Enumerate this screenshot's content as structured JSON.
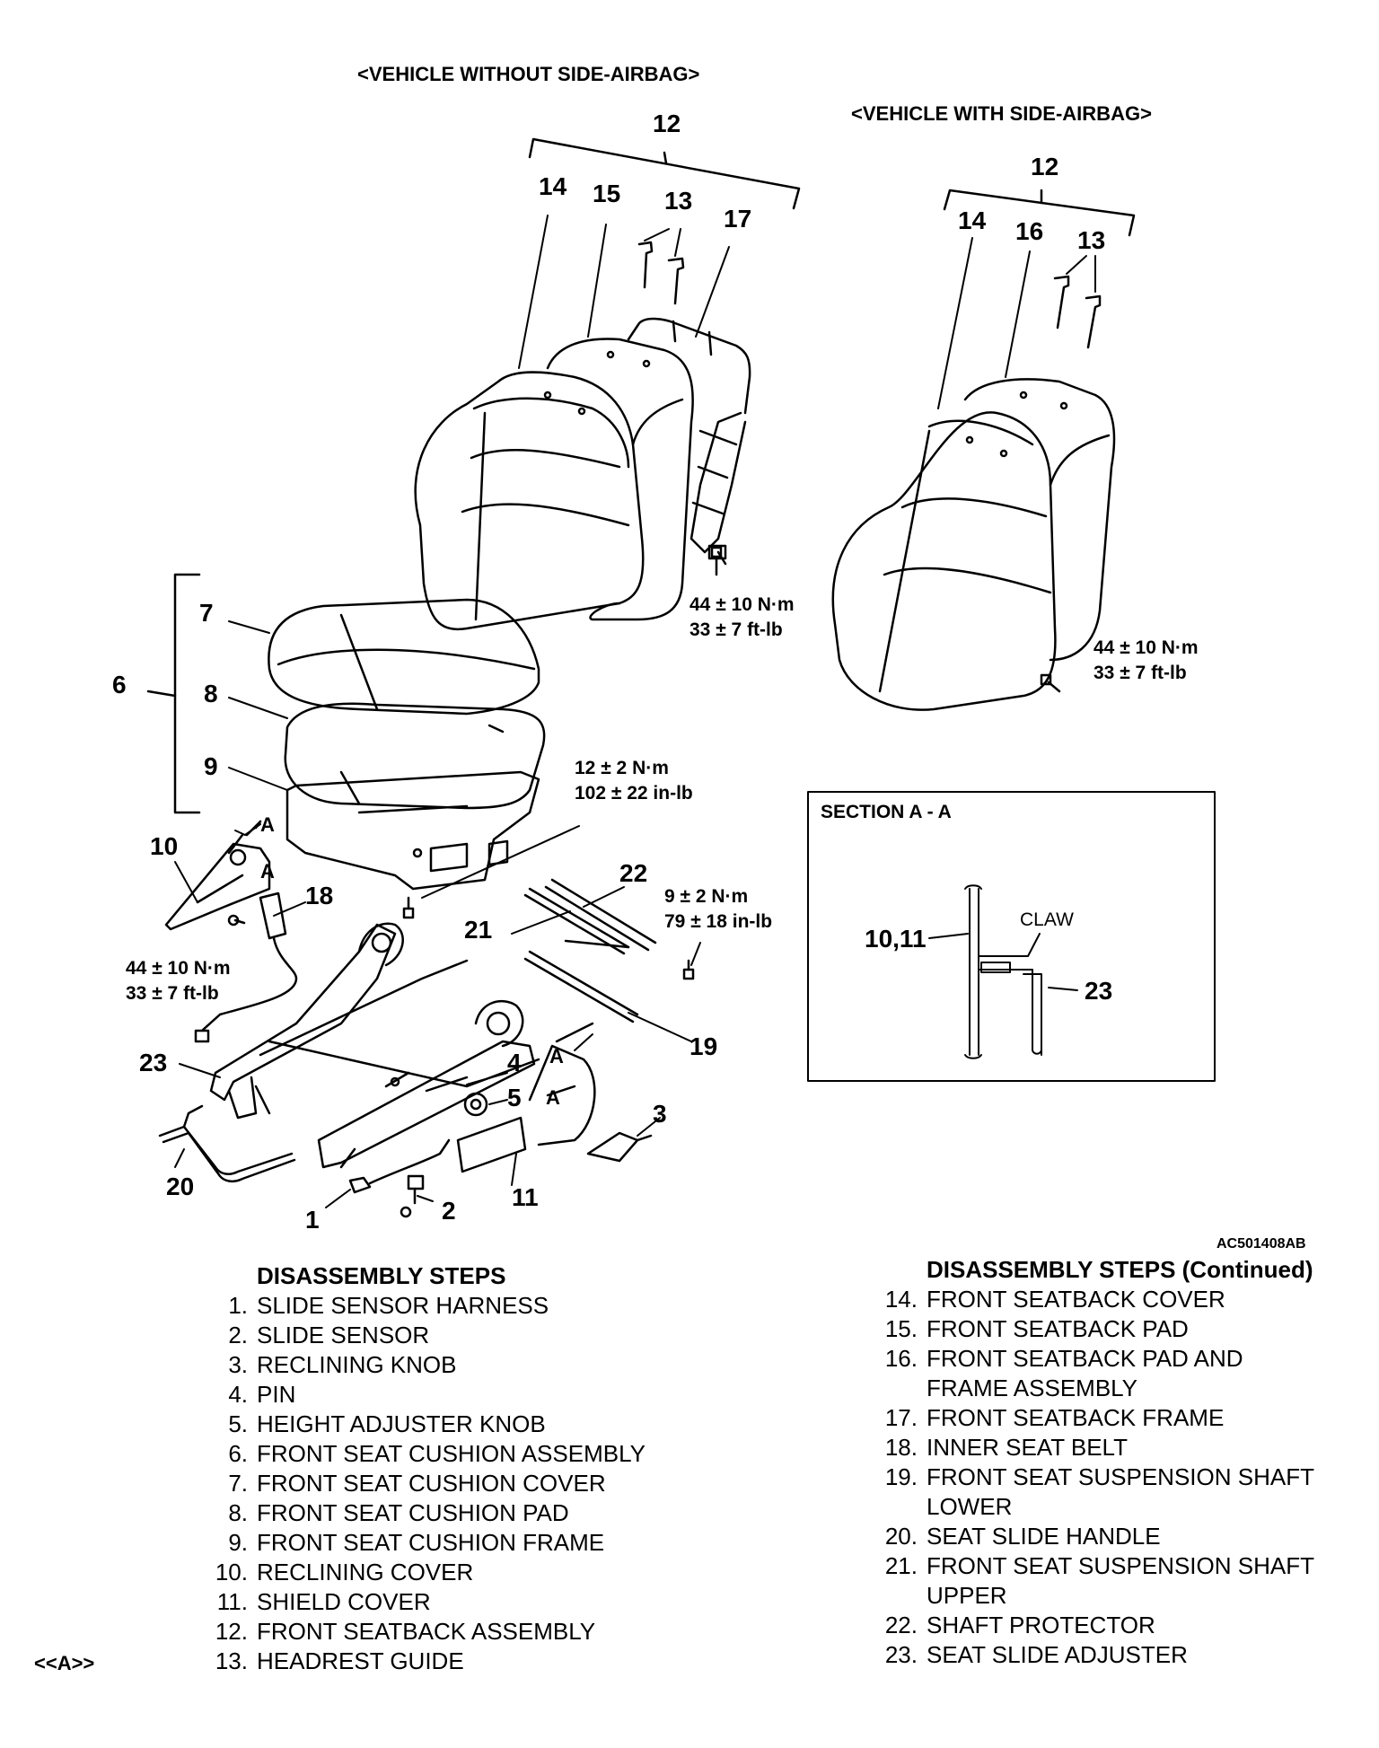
{
  "headers": {
    "without_airbag": "<VEHICLE WITHOUT SIDE-AIRBAG>",
    "with_airbag": "<VEHICLE WITH SIDE-AIRBAG>"
  },
  "callouts": {
    "c1": "1",
    "c2": "2",
    "c3": "3",
    "c4": "4",
    "c5": "5",
    "c6": "6",
    "c7": "7",
    "c8": "8",
    "c9": "9",
    "c10": "10",
    "c11": "11",
    "c12a": "12",
    "c12b": "12",
    "c13a": "13",
    "c13b": "13",
    "c14a": "14",
    "c14b": "14",
    "c15": "15",
    "c16": "16",
    "c17": "17",
    "c18": "18",
    "c19": "19",
    "c20": "20",
    "c21": "21",
    "c22": "22",
    "c23": "23",
    "a1": "A",
    "a2": "A",
    "a3": "A",
    "a4": "A"
  },
  "torques": {
    "t1_nm": "44 ± 10 N·m",
    "t1_ft": "33 ± 7 ft-lb",
    "t2_nm": "44 ± 10 N·m",
    "t2_ft": "33 ± 7 ft-lb",
    "t3_nm": "12 ± 2 N·m",
    "t3_in": "102 ± 22 in-lb",
    "t4_nm": "9 ± 2 N·m",
    "t4_in": "79 ± 18 in-lb",
    "t5_nm": "44 ± 10 N·m",
    "t5_ft": "33 ± 7 ft-lb"
  },
  "section": {
    "title": "SECTION A - A",
    "part_ref": "10,11",
    "claw": "CLAW",
    "adjuster_ref": "23"
  },
  "figure_code": "AC501408AB",
  "steps_left": {
    "title": "DISASSEMBLY STEPS",
    "items": [
      {
        "n": "1.",
        "t": "SLIDE SENSOR HARNESS"
      },
      {
        "n": "2.",
        "t": "SLIDE SENSOR"
      },
      {
        "n": "3.",
        "t": "RECLINING KNOB"
      },
      {
        "n": "4.",
        "t": "PIN"
      },
      {
        "n": "5.",
        "t": "HEIGHT ADJUSTER KNOB"
      },
      {
        "n": "6.",
        "t": "FRONT SEAT CUSHION ASSEMBLY"
      },
      {
        "n": "7.",
        "t": "FRONT SEAT CUSHION COVER"
      },
      {
        "n": "8.",
        "t": "FRONT SEAT CUSHION PAD"
      },
      {
        "n": "9.",
        "t": "FRONT SEAT CUSHION FRAME"
      },
      {
        "n": "10.",
        "t": "RECLINING COVER"
      },
      {
        "n": "11.",
        "t": "SHIELD COVER"
      },
      {
        "n": "12.",
        "t": "FRONT SEATBACK ASSEMBLY"
      },
      {
        "n": "13.",
        "t": "HEADREST GUIDE"
      }
    ]
  },
  "steps_right": {
    "title": "DISASSEMBLY STEPS (Continued)",
    "items": [
      {
        "n": "14.",
        "t": "FRONT SEATBACK COVER"
      },
      {
        "n": "15.",
        "t": "FRONT SEATBACK PAD"
      },
      {
        "n": "16.",
        "t": "FRONT SEATBACK PAD AND"
      },
      {
        "n": "",
        "t": "FRAME ASSEMBLY"
      },
      {
        "n": "17.",
        "t": "FRONT SEATBACK FRAME"
      },
      {
        "n": "18.",
        "t": "INNER SEAT BELT"
      },
      {
        "n": "19.",
        "t": "FRONT SEAT SUSPENSION SHAFT"
      },
      {
        "n": "",
        "t": "LOWER"
      },
      {
        "n": "20.",
        "t": "SEAT SLIDE HANDLE"
      },
      {
        "n": "21.",
        "t": "FRONT SEAT SUSPENSION SHAFT"
      },
      {
        "n": "",
        "t": "UPPER"
      },
      {
        "n": "22.",
        "t": "SHAFT PROTECTOR"
      },
      {
        "n": "23.",
        "t": "SEAT SLIDE ADJUSTER"
      }
    ]
  },
  "service_ref": "<<A>>"
}
